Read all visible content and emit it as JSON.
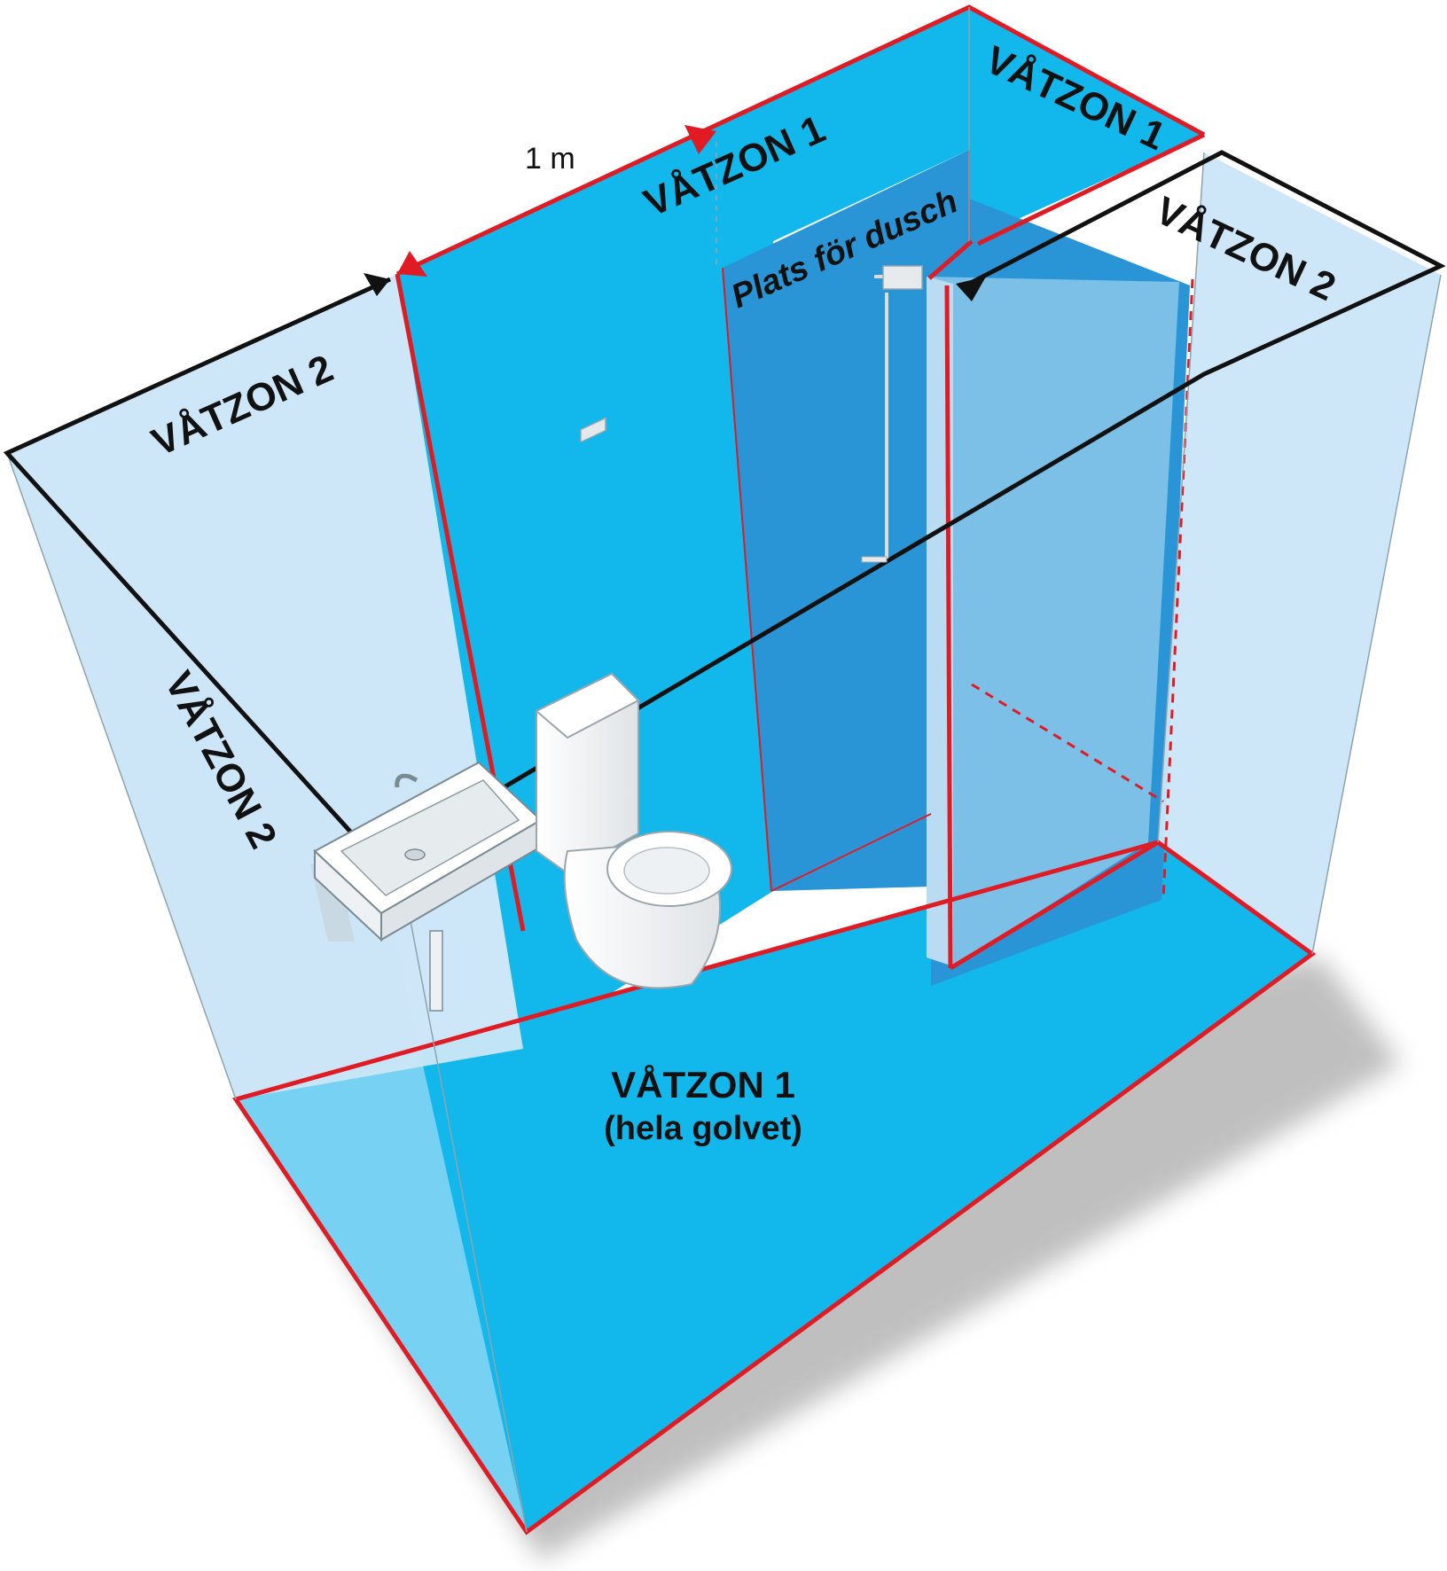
{
  "labels": {
    "zone1_floor": "VÅTZON 1",
    "zone1_floor_sub": "(hela golvet)",
    "zone1_back_wall": "VÅTZON 1",
    "zone1_right_top": "VÅTZON 1",
    "zone2_left_top": "VÅTZON 2",
    "zone2_left_wall": "VÅTZON 2",
    "zone2_right_top": "VÅTZON 2",
    "shower_place": "Plats för dusch",
    "dimension": "1 m"
  },
  "colors": {
    "wet_zone_1": "#12b8ec",
    "wet_zone_2": "#cbe6f8",
    "shower_area": "#2a95d6",
    "glass_panel": "#7cc0e8",
    "zone1_outline": "#e01b24",
    "zone2_outline": "#111111",
    "shadow": "#9a9a9a"
  },
  "icons": {
    "sink": "washbasin-icon",
    "toilet": "toilet-icon",
    "shower": "shower-head-icon"
  }
}
